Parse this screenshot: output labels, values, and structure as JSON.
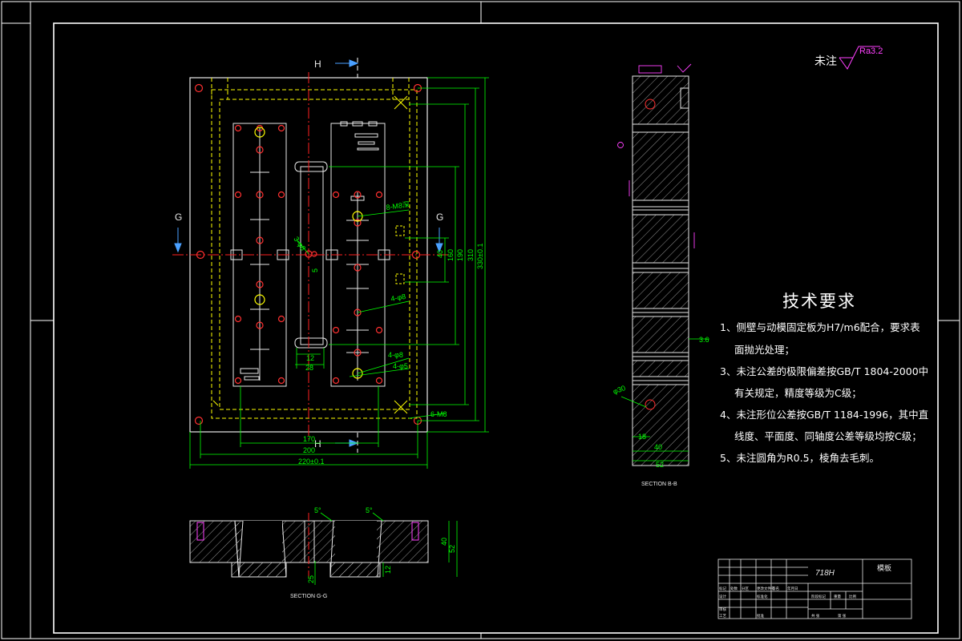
{
  "colors": {
    "background": "#000000",
    "frame": "#ffffff",
    "outline": "#e8e8e8",
    "dimension": "#00ff00",
    "hidden": "#ffff00",
    "centerline": "#ff2020",
    "section_hatch": "#d0d0d0",
    "hole": "#ff3030",
    "note_symbol": "#ff40ff"
  },
  "top_view": {
    "section_mark_h": "H",
    "section_mark_g": "G",
    "dims_horizontal": [
      "170",
      "200",
      "220±0.1"
    ],
    "dims_vertical": [
      "40",
      "160",
      "190",
      "310",
      "330±0.1"
    ],
    "callouts": [
      "8-M8深",
      "6-M8",
      "4-φ8",
      "4-φ5",
      "3-φ8",
      "4-φ8"
    ],
    "small_dims": [
      "5",
      "12",
      "28"
    ]
  },
  "section_bb": {
    "label": "SECTION B-B",
    "dims": [
      "3.6",
      "18",
      "40",
      "52"
    ],
    "callout": "φ30"
  },
  "section_gg": {
    "label": "SECTION G-G",
    "angles": [
      "5°",
      "5°"
    ],
    "dims": [
      "40",
      "52",
      "12",
      "25"
    ]
  },
  "surface_note": {
    "label": "未注",
    "roughness": "Ra3.2"
  },
  "tech_requirements": {
    "title": "技术要求",
    "lines": [
      "1、侧壁与动模固定板为H7/m6配合，要求表",
      "面抛光处理；",
      "3、未注公差的极限偏差按GB/T 1804-2000中",
      "有关规定，精度等级为C级；",
      "4、未注形位公差按GB/T 1184-1996，其中直",
      "线度、平面度、同轴度公差等级均按C级；",
      "5、未注圆角为R0.5，棱角去毛刺。"
    ]
  },
  "title_block": {
    "material": "718H",
    "part_name": "模板",
    "small_texts": [
      "标记",
      "处数",
      "分区",
      "更改文件号",
      "签名",
      "年月日",
      "设计",
      "标准化",
      "阶段标记",
      "重量",
      "比例",
      "审核",
      "工艺",
      "批准",
      "共 张",
      "第 张"
    ]
  }
}
